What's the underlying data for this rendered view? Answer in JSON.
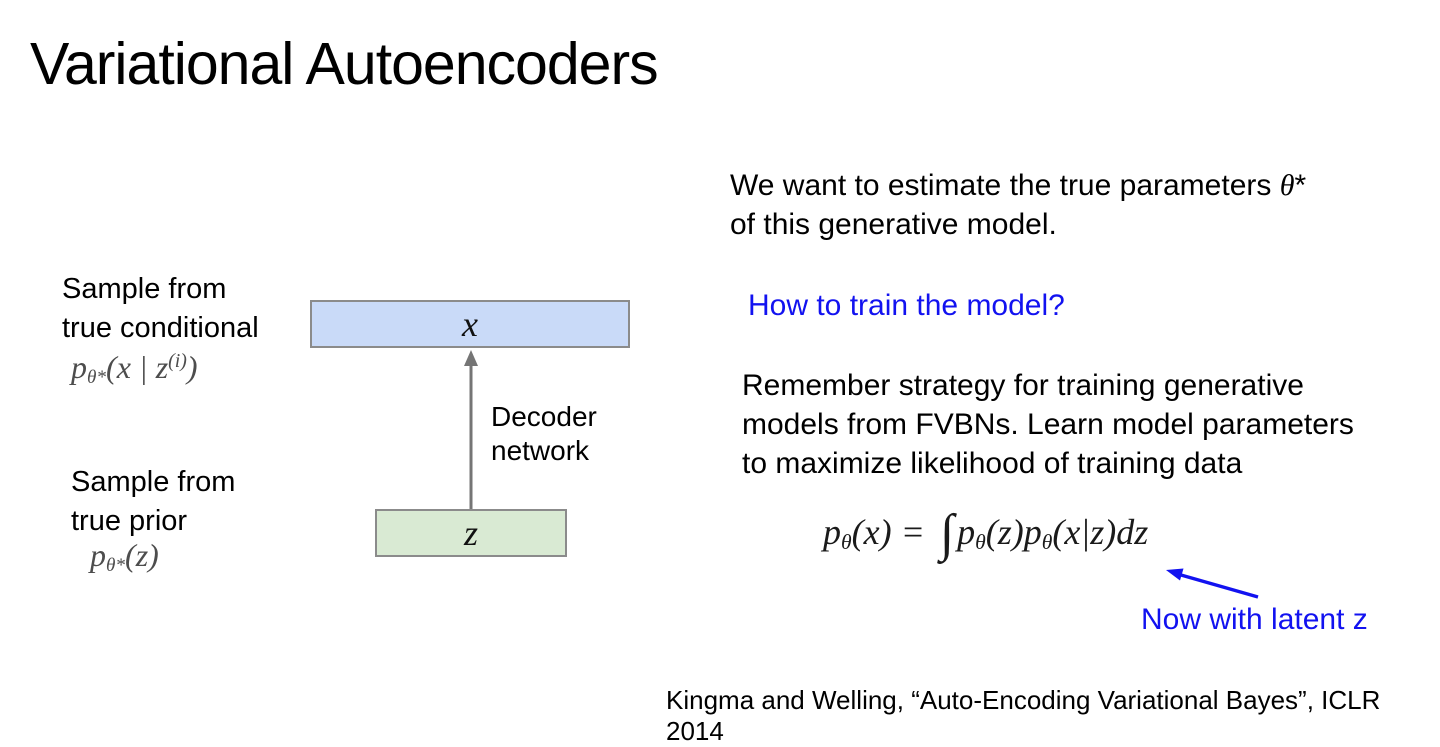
{
  "slide_title": "Variational Autoencoders",
  "colors": {
    "accent_blue": "#1212f0",
    "x_box_fill": "#c9daf8",
    "z_box_fill": "#d9ead3",
    "box_border": "#8b8b8b",
    "arrow_gray": "#757575",
    "formula_gray": "#4d4d4d"
  },
  "icons": {
    "decoder_arrow": "up-arrow-icon",
    "callout_arrow": "up-left-arrow-icon"
  },
  "diagram": {
    "conditional_label": [
      "Sample from",
      "true conditional"
    ],
    "conditional_formula": {
      "base": "p",
      "sub": "θ*",
      "mid": "(x | z",
      "sup": "(i)",
      "end": ")"
    },
    "x_label": "x",
    "decoder_label": [
      "Decoder",
      "network"
    ],
    "z_label": "z",
    "prior_label": [
      "Sample from",
      "true prior"
    ],
    "prior_formula": {
      "base": "p",
      "sub": "θ*",
      "end": "(z)"
    }
  },
  "right": {
    "estimate_line1": "We want to estimate the true parameters ",
    "theta": "θ",
    "star": "*",
    "estimate_line2": "of this generative model.",
    "question": "How to train the model?",
    "strategy_lines": [
      "Remember strategy for training generative",
      "models from FVBNs. Learn model parameters",
      "to maximize likelihood of training data"
    ],
    "marginal_formula": {
      "p1": "p",
      "s1": "θ",
      "m1": "(x) = ",
      "integral": "∫",
      "p2": "p",
      "s2": "θ",
      "m2": "(z)",
      "p3": "p",
      "s3": "θ",
      "m3": "(x|z)",
      "tail": "dz"
    },
    "annotation": "Now with latent z"
  },
  "citation": "Kingma and Welling, “Auto-Encoding Variational Bayes”, ICLR 2014"
}
